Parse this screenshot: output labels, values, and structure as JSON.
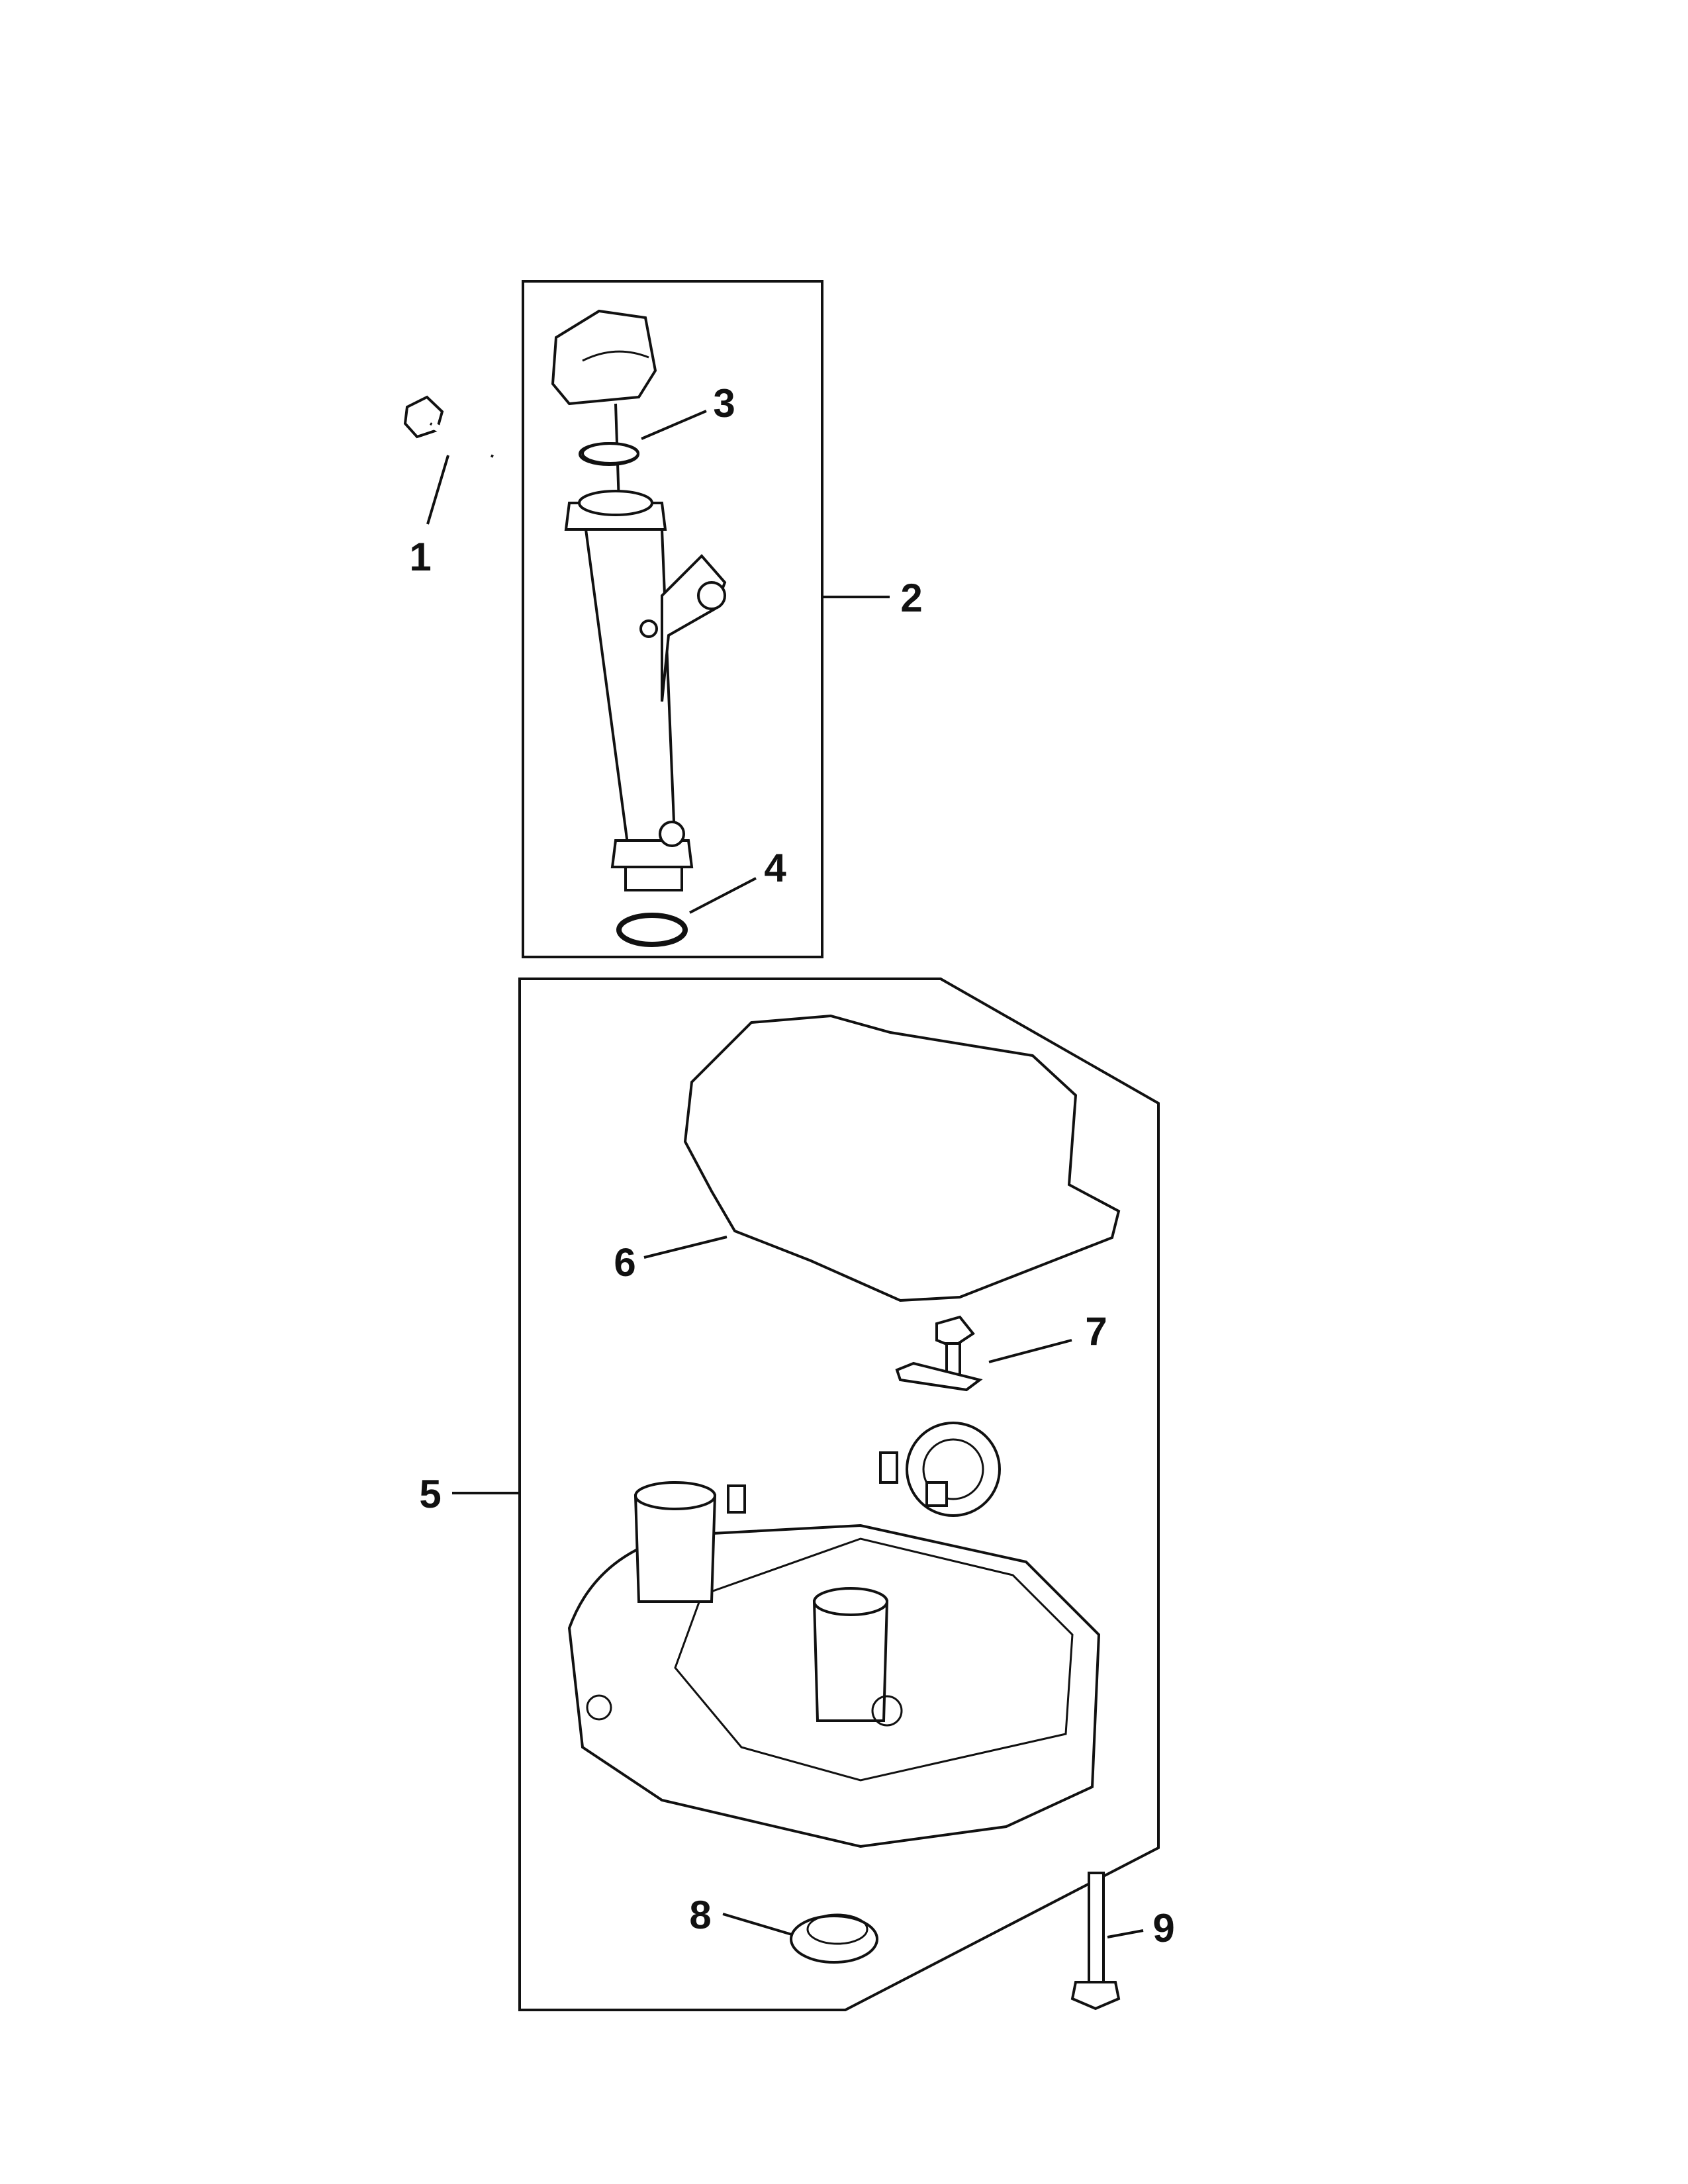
{
  "diagram": {
    "callouts": {
      "c1": "1",
      "c2": "2",
      "c3": "3",
      "c4": "4",
      "c5": "5",
      "c6": "6",
      "c7": "7",
      "c8": "8",
      "c9": "9"
    },
    "colors": {
      "ink": "#111111",
      "background": "#ffffff"
    }
  }
}
